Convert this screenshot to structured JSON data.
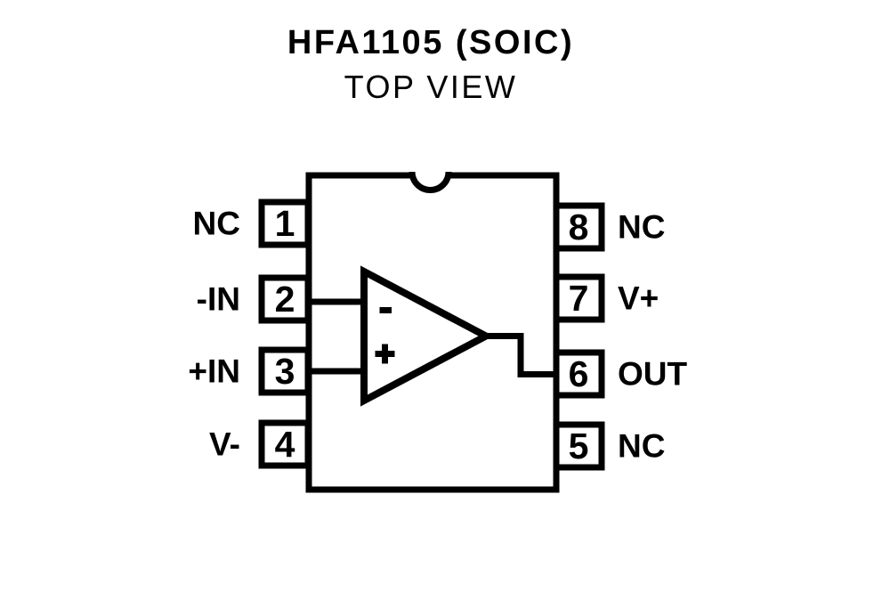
{
  "header": {
    "title": "HFA1105 (SOIC)",
    "subtitle": "TOP VIEW"
  },
  "package": {
    "left_pins": [
      {
        "number": "1",
        "label": "NC"
      },
      {
        "number": "2",
        "label": "-IN"
      },
      {
        "number": "3",
        "label": "+IN"
      },
      {
        "number": "4",
        "label": "V-"
      }
    ],
    "right_pins": [
      {
        "number": "8",
        "label": "NC"
      },
      {
        "number": "7",
        "label": "V+"
      },
      {
        "number": "6",
        "label": "OUT"
      },
      {
        "number": "5",
        "label": "NC"
      }
    ]
  },
  "op_amp": {
    "inverting_input_symbol": "-",
    "non_inverting_input_symbol": "+"
  },
  "colors": {
    "ink": "#000000",
    "background": "#ffffff"
  }
}
